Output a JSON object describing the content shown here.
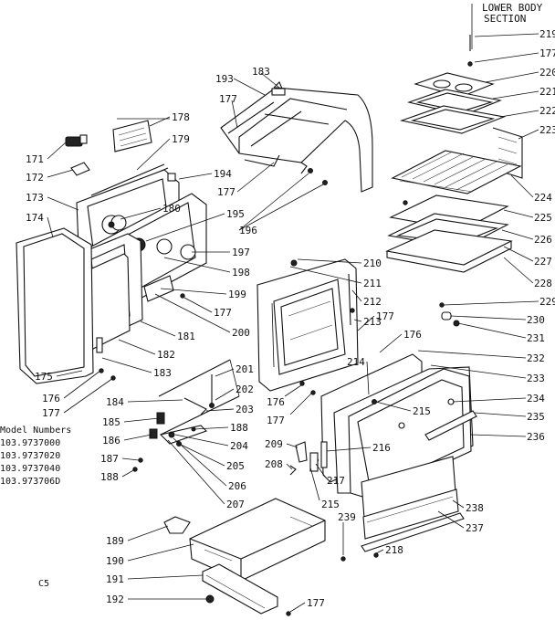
{
  "section_title": [
    "LOWER BODY",
    "SECTION"
  ],
  "model_heading": "Model Numbers",
  "model_numbers": [
    "103.9737000",
    "103.9737020",
    "103.9737040",
    "103.973706D"
  ],
  "corner_code": "C5",
  "labels": {
    "p219": "219",
    "p177a": "177",
    "p220": "220",
    "p221": "221",
    "p222": "222",
    "p223": "223",
    "p224": "224",
    "p225": "225",
    "p226": "226",
    "p227": "227",
    "p228": "228",
    "p193": "193",
    "p183a": "183",
    "p177b": "177",
    "p177c": "177",
    "p196": "196",
    "p194": "194",
    "p178": "178",
    "p179": "179",
    "p171": "171",
    "p172": "172",
    "p173": "173",
    "p174": "174",
    "p180": "180",
    "p195": "195",
    "p197": "197",
    "p198": "198",
    "p199": "199",
    "p177d": "177",
    "p200": "200",
    "p181": "181",
    "p182": "182",
    "p183b": "183",
    "p175": "175",
    "p176a": "176",
    "p177e": "177",
    "p210": "210",
    "p211": "211",
    "p212": "212",
    "p213": "213",
    "p177f": "177",
    "p176b": "176",
    "p229": "229",
    "p230": "230",
    "p231": "231",
    "p232": "232",
    "p214": "214",
    "p233": "233",
    "p234": "234",
    "p215a": "215",
    "p235": "235",
    "p236": "236",
    "p216": "216",
    "p209": "209",
    "p208": "208",
    "p217": "217",
    "p215b": "215",
    "p176c": "176",
    "p177g": "177",
    "p201": "201",
    "p202": "202",
    "p203": "203",
    "p188a": "188",
    "p184": "184",
    "p185": "185",
    "p186": "186",
    "p187": "187",
    "p188b": "188",
    "p204": "204",
    "p205": "205",
    "p206": "206",
    "p207": "207",
    "p238": "238",
    "p237": "237",
    "p239": "239",
    "p218": "218",
    "p189": "189",
    "p190": "190",
    "p191": "191",
    "p192": "192",
    "p177h": "177"
  }
}
